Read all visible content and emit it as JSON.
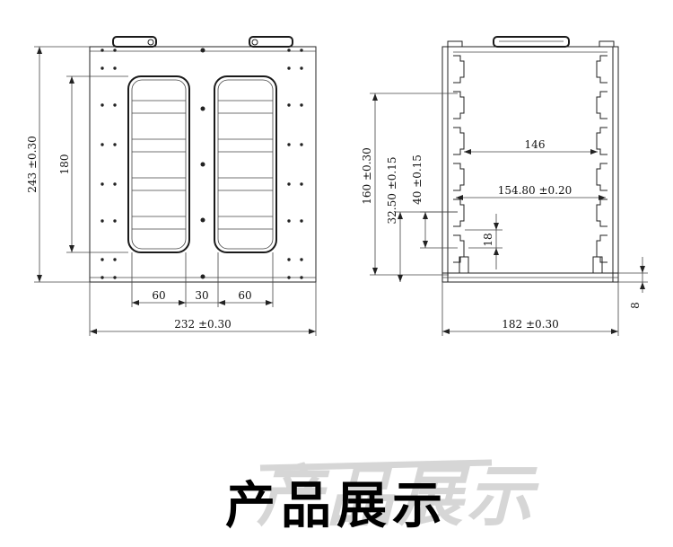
{
  "front_view": {
    "height_label": "243 ±0.30",
    "window_height_label": "180",
    "window_width_left_label": "60",
    "window_gap_label": "30",
    "window_width_right_label": "60",
    "overall_width_label": "232 ±0.30"
  },
  "side_view": {
    "slot_height_label": "160 ±0.30",
    "bottom_offset_label": "32.50 ±0.15",
    "pitch_label": "40 ±0.15",
    "inner_width_label": "146",
    "rail_width_label": "154.80 ±0.20",
    "foot_label": "18",
    "base_label": "8",
    "overall_width_label": "182 ±0.30"
  },
  "watermark": {
    "text": "产品展示"
  },
  "heading": {
    "text": "产品展示"
  }
}
